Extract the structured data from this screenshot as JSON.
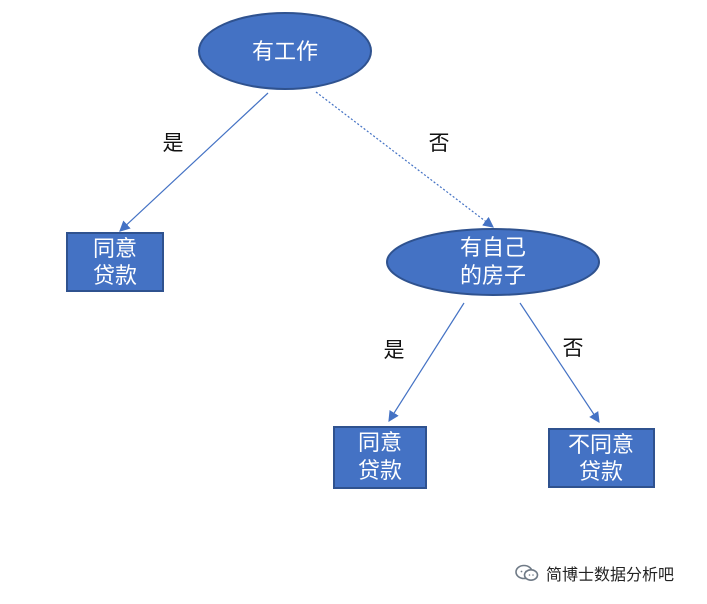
{
  "diagram": {
    "root": "有工作",
    "yes_1": "是",
    "no_1": "否",
    "leaf_approve_1": [
      "同意",
      "贷款"
    ],
    "house_node": [
      "有自己",
      "的房子"
    ],
    "yes_2": "是",
    "no_2": "否",
    "leaf_approve_2": [
      "同意",
      "贷款"
    ],
    "leaf_reject": [
      "不同意",
      "贷款"
    ]
  },
  "watermark": {
    "text": "简博士数据分析吧",
    "icon": "wechat-icon"
  },
  "colors": {
    "node_fill": "#4472C4",
    "node_stroke": "#2F528F",
    "edge": "#4472C4"
  }
}
